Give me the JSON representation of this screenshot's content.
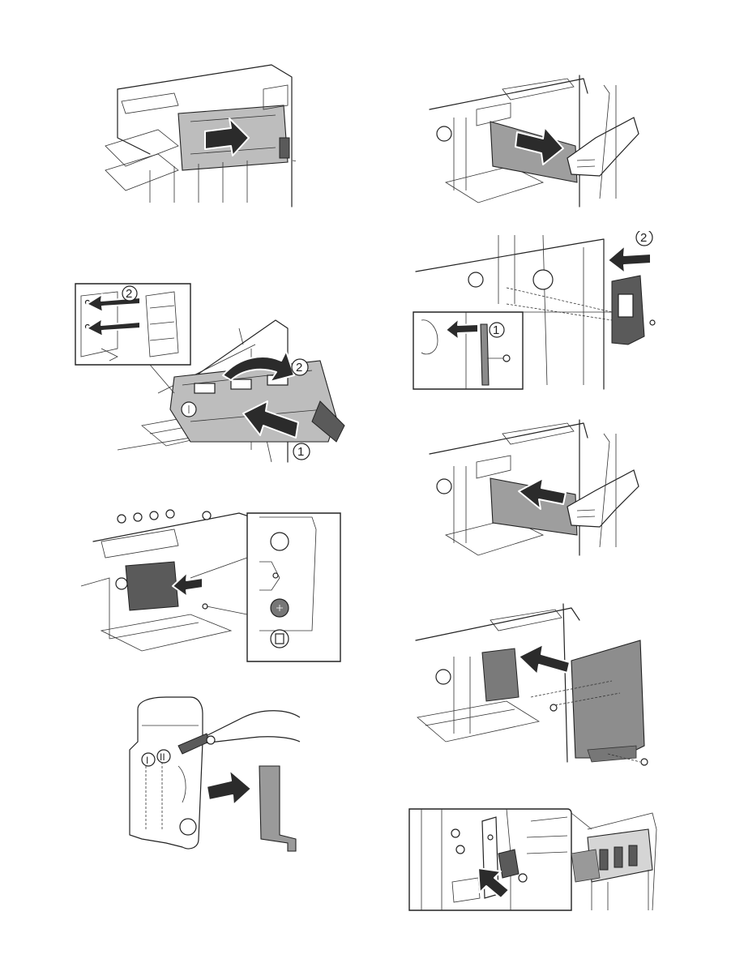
{
  "steps": {
    "label_1": "1",
    "label_2": "2",
    "label_roman_1": "I",
    "label_roman_2": "II"
  }
}
